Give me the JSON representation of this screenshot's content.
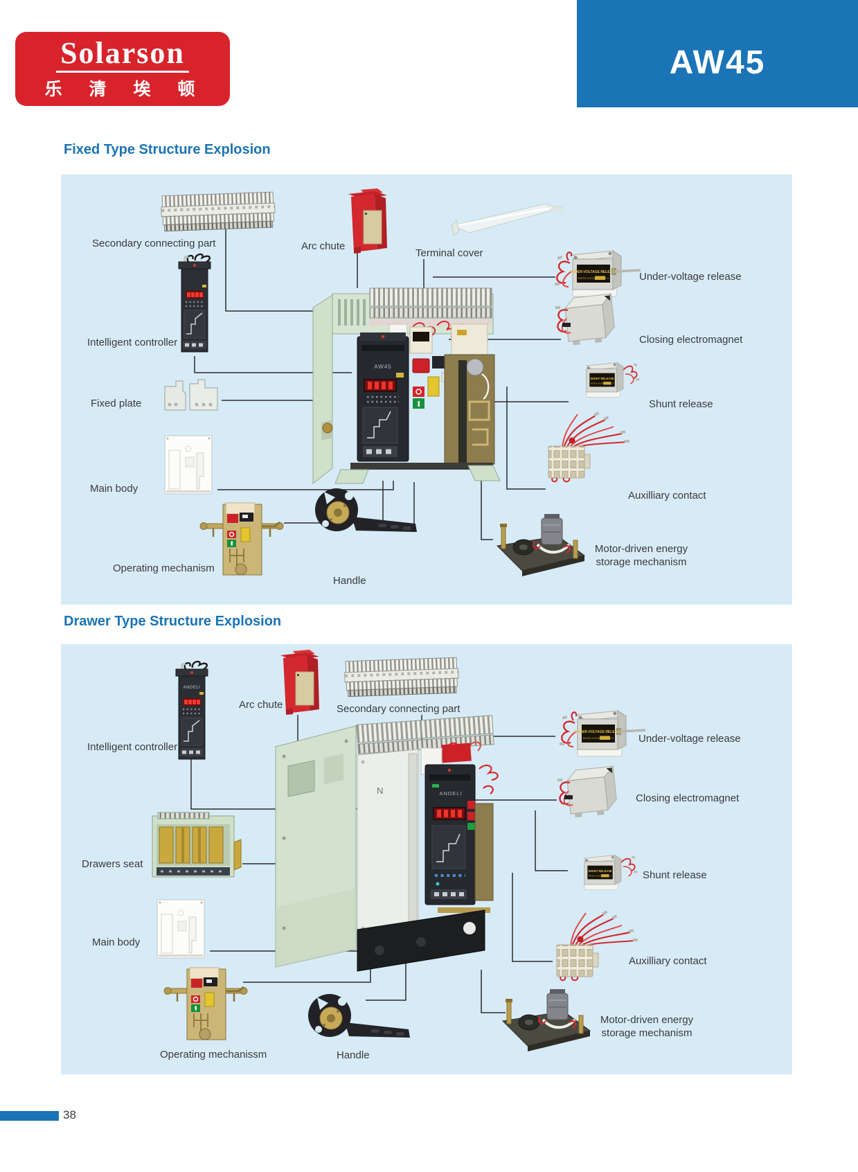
{
  "brand": {
    "name": "Solarson",
    "name_cn": "乐 清 埃 顿"
  },
  "header": {
    "model": "AW45"
  },
  "footer": {
    "page_number": "38"
  },
  "colors": {
    "accent_blue": "#1b74b6",
    "heading_blue": "#1a73b4",
    "panel_blue": "#d7ebf7",
    "logo_red": "#d8232b",
    "label_text": "#3a3a3a"
  },
  "device_labels": {
    "under_voltage_line1": "UNDER-VOLTAGE RELEASE",
    "under_voltage_line2": "RATED VOLTAGE AC220 V",
    "shunt_line1": "SHUNT RELEASE",
    "shunt_line2": "RATED VOLTAGE AC220 V"
  },
  "sections": [
    {
      "title": "Fixed Type Structure Explosion",
      "device_text": {
        "controller_brand": "AW45"
      },
      "parts": [
        {
          "id": "secondary-connecting-part",
          "label": "Secondary connecting part"
        },
        {
          "id": "arc-chute",
          "label": "Arc chute"
        },
        {
          "id": "terminal-cover",
          "label": "Terminal cover"
        },
        {
          "id": "under-voltage-release",
          "label": "Under-voltage release"
        },
        {
          "id": "intelligent-controller",
          "label": "Intelligent controller"
        },
        {
          "id": "closing-electromagnet",
          "label": "Closing electromagnet"
        },
        {
          "id": "fixed-plate",
          "label": "Fixed plate"
        },
        {
          "id": "shunt-release",
          "label": "Shunt release"
        },
        {
          "id": "main-body",
          "label": "Main body"
        },
        {
          "id": "auxilliary-contact",
          "label": "Auxilliary contact"
        },
        {
          "id": "operating-mechanism",
          "label": "Operating mechanism"
        },
        {
          "id": "handle",
          "label": "Handle"
        },
        {
          "id": "motor-driven-energy-storage-mechanism",
          "label": "Motor-driven energy storage mechanism"
        }
      ]
    },
    {
      "title": "Drawer Type Structure Explosion",
      "device_text": {
        "controller_brand": "ANDELI",
        "neutral_mark": "N"
      },
      "parts": [
        {
          "id": "intelligent-controller",
          "label": "Intelligent controller"
        },
        {
          "id": "arc-chute",
          "label": "Arc chute"
        },
        {
          "id": "secondary-connecting-part",
          "label": "Secondary connecting part"
        },
        {
          "id": "under-voltage-release",
          "label": "Under-voltage release"
        },
        {
          "id": "closing-electromagnet",
          "label": "Closing electromagnet"
        },
        {
          "id": "drawers-seat",
          "label": "Drawers seat"
        },
        {
          "id": "shunt-release",
          "label": "Shunt release"
        },
        {
          "id": "main-body",
          "label": "Main body"
        },
        {
          "id": "auxilliary-contact",
          "label": "Auxilliary contact"
        },
        {
          "id": "operating-mechanissm",
          "label": "Operating mechanissm"
        },
        {
          "id": "handle",
          "label": "Handle"
        },
        {
          "id": "motor-driven-energy-storage-mechanism",
          "label": "Motor-driven energy storage mechanism"
        }
      ]
    }
  ]
}
